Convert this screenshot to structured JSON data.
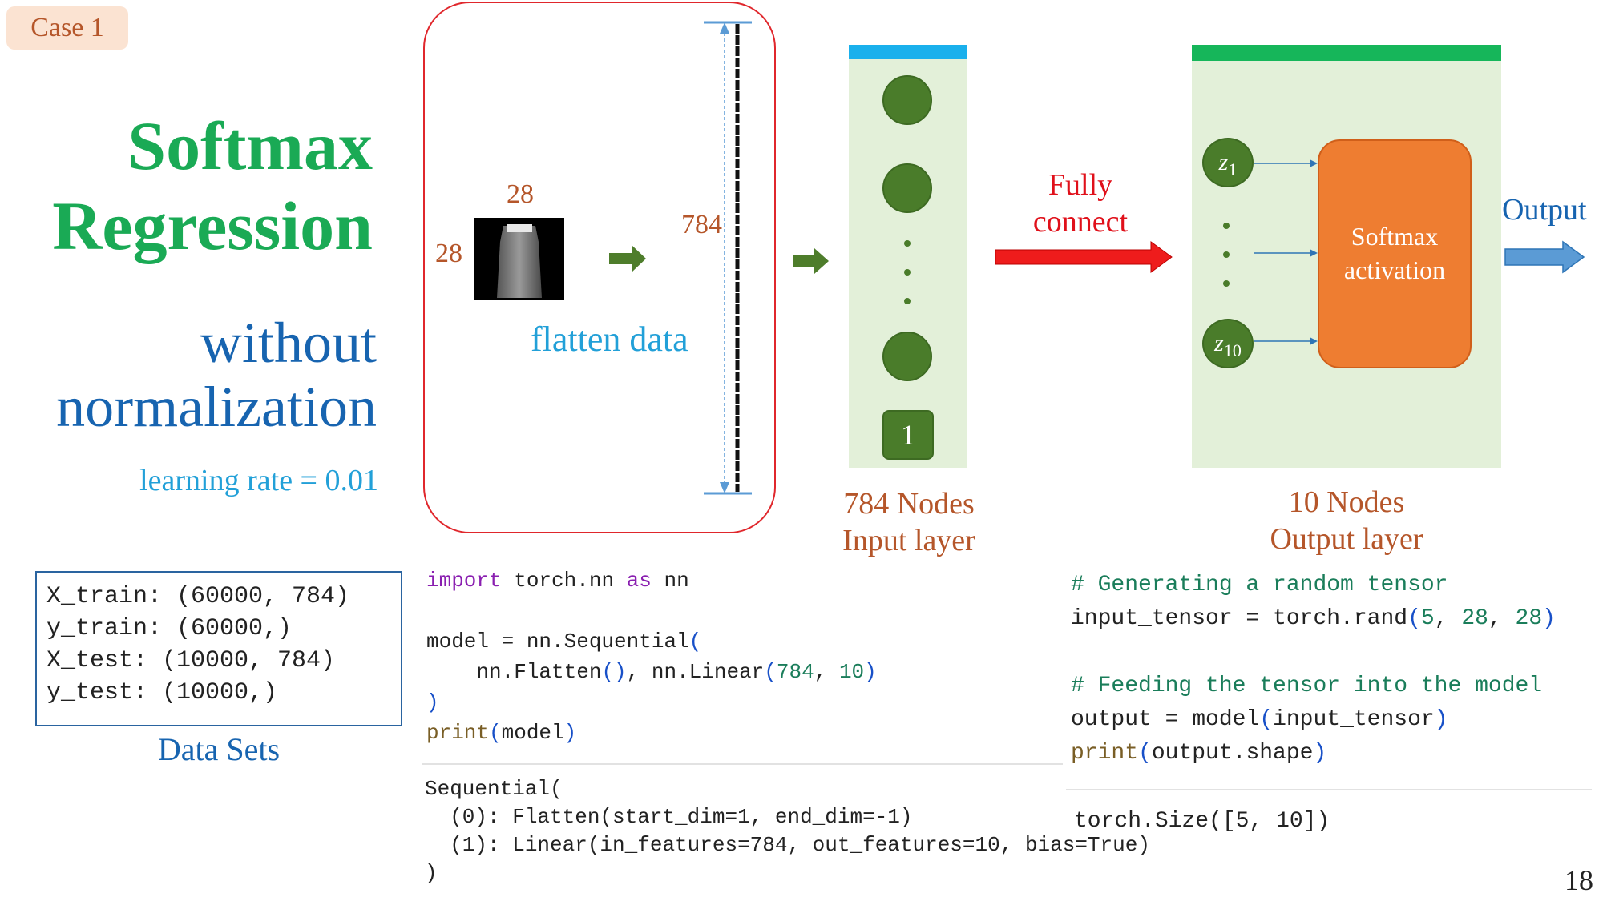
{
  "badge": "Case 1",
  "title": {
    "line1": "Softmax",
    "line2": "Regression"
  },
  "subtitle": {
    "line1": "without",
    "line2": "normalization"
  },
  "learning_rate": "learning rate = 0.01",
  "datasets": {
    "lines": [
      "X_train: (60000, 784)",
      "y_train: (60000,)",
      "X_test: (10000, 784)",
      "y_test: (10000,)"
    ],
    "label": "Data Sets"
  },
  "flatten": {
    "width_label": "28",
    "height_label": "28",
    "vector_label": "784",
    "caption": "flatten data"
  },
  "input_layer": {
    "bias_label": "1",
    "count": "784 Nodes",
    "name": "Input layer"
  },
  "connection": {
    "line1": "Fully",
    "line2": "connect"
  },
  "output_layer": {
    "z_first": "z",
    "z_first_sub": "1",
    "z_last": "z",
    "z_last_sub": "10",
    "activation_line1": "Softmax",
    "activation_line2": "activation",
    "output_label": "Output",
    "count": "10 Nodes",
    "name": "Output layer"
  },
  "code_model": {
    "l1_kw": "import",
    "l1_mid": " torch.nn ",
    "l1_as": "as",
    "l1_end": " nn",
    "l3_a": "model = nn.Sequential",
    "l3_p": "(",
    "l4_a": "    nn.Flatten",
    "l4_p1": "()",
    "l4_b": ", nn.Linear",
    "l4_p2": "(",
    "l4_n1": "784",
    "l4_c": ", ",
    "l4_n2": "10",
    "l4_p3": ")",
    "l5": ")",
    "l6_fn": "print",
    "l6_p1": "(",
    "l6_arg": "model",
    "l6_p2": ")"
  },
  "code_model_output": {
    "lines": [
      "Sequential(",
      "  (0): Flatten(start_dim=1, end_dim=-1)",
      "  (1): Linear(in_features=784, out_features=10, bias=True)",
      ")"
    ]
  },
  "code_tensor": {
    "c1": "# Generating a random tensor",
    "l2_a": "input_tensor = torch.rand",
    "l2_p1": "(",
    "l2_n1": "5",
    "l2_c1": ", ",
    "l2_n2": "28",
    "l2_c2": ", ",
    "l2_n3": "28",
    "l2_p2": ")",
    "c2": "# Feeding the tensor into the model",
    "l5_a": "output = model",
    "l5_p1": "(",
    "l5_arg": "input_tensor",
    "l5_p2": ")",
    "l6_fn": "print",
    "l6_p1": "(",
    "l6_arg": "output.shape",
    "l6_p2": ")"
  },
  "code_tensor_output": "torch.Size([5, 10])",
  "page_number": "18"
}
